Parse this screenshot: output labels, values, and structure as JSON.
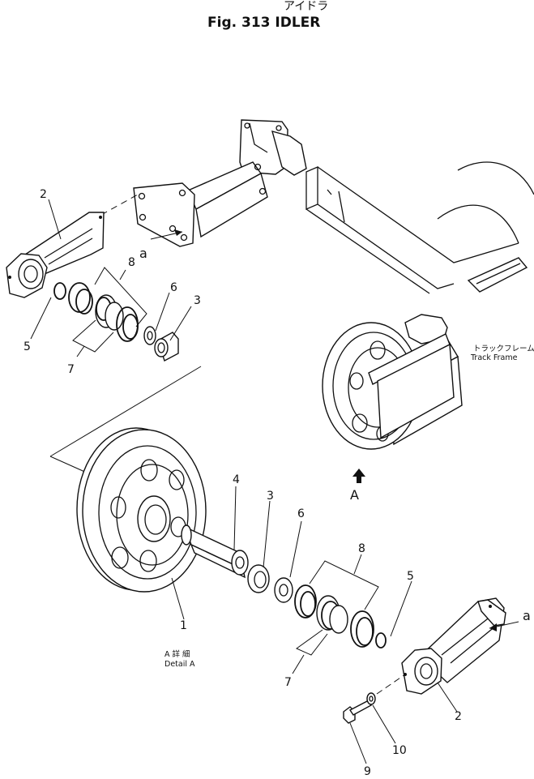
{
  "header": {
    "title_jp": "アイドラ",
    "title": "Fig. 313 IDLER"
  },
  "refs": {
    "a_upper": "a",
    "a_right": "a",
    "view_arrow": "A"
  },
  "labels": {
    "track_frame_jp": "トラックフレーム",
    "track_frame": "Track Frame",
    "detail_jp": "A 詳 細",
    "detail": "Detail A"
  },
  "callouts": {
    "upper": {
      "p2": "2",
      "p8": "8",
      "p6": "6",
      "p3": "3",
      "p5": "5",
      "p7": "7"
    },
    "lower": {
      "p4": "4",
      "p3": "3",
      "p6": "6",
      "p8": "8",
      "p5": "5",
      "p1": "1",
      "p7": "7",
      "p2": "2",
      "p9": "9",
      "p10": "10"
    }
  }
}
